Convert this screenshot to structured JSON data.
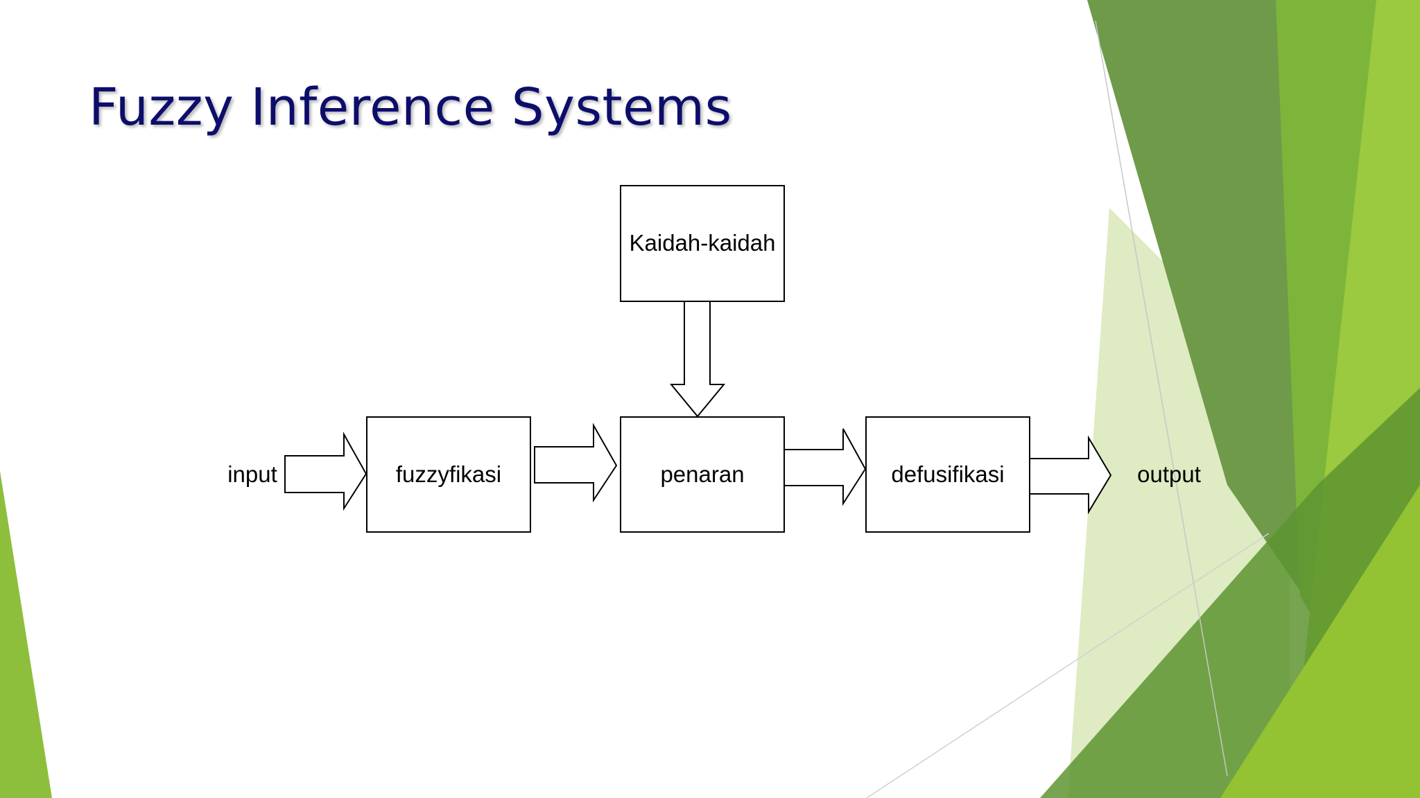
{
  "slide": {
    "title": "Fuzzy Inference Systems"
  },
  "diagram": {
    "nodes": {
      "kaidah": "Kaidah-kaidah",
      "fuzzyfikasi": "fuzzyfikasi",
      "penaran": "penaran",
      "defusifikasi": "defusifikasi"
    },
    "terminals": {
      "input": "input",
      "output": "output"
    }
  },
  "colors": {
    "title": "#0d0d6b",
    "green_light": "#9bc93f",
    "green_mid": "#7db53a",
    "green_dark": "#5e9431",
    "green_olive": "#6f9a4a",
    "green_pale": "#dce9bd"
  }
}
